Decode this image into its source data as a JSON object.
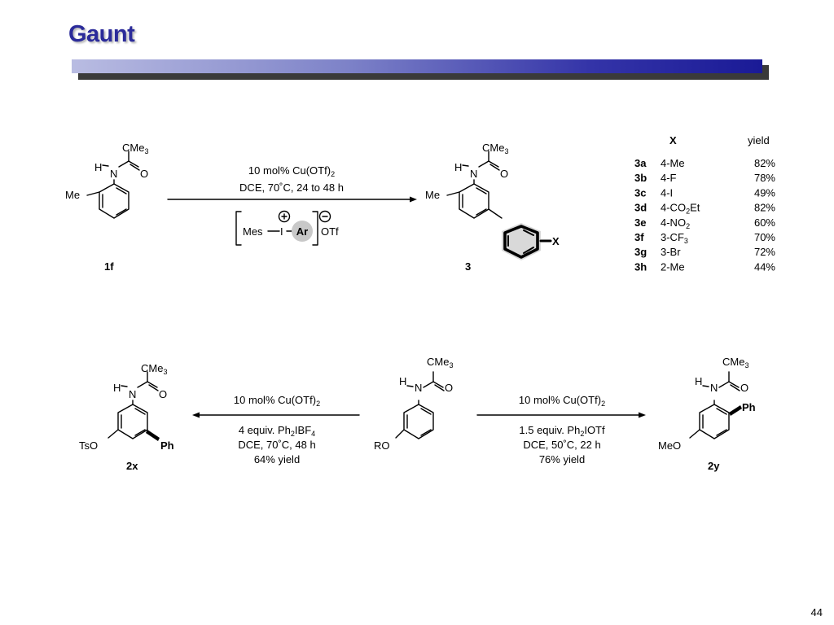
{
  "slide": {
    "title": "Gaunt",
    "page_number": "44"
  },
  "common": {
    "cme3_prefix": "CMe",
    "cme3_sub": "3",
    "h": "H",
    "n": "N",
    "o": "O",
    "catalyst_prefix": "10 mol% Cu(OTf)",
    "catalyst_sub": "2"
  },
  "reaction1": {
    "start_label": "1f",
    "start_substituent": "Me",
    "conditions_line2": "DCE, 70˚C, 24 to 48 h",
    "reagent": {
      "mes": "Mes",
      "iodine": "I",
      "ar": "Ar",
      "otf": "OTf",
      "plus": "+",
      "minus": "−"
    },
    "product_label": "3",
    "product_me": "Me",
    "product_x": "X",
    "table": {
      "header_x": "X",
      "header_yield": "yield",
      "rows": [
        {
          "id": "3a",
          "x_prefix": "4-Me",
          "x_sub": "",
          "x_suffix": "",
          "yield": "82%"
        },
        {
          "id": "3b",
          "x_prefix": "4-F",
          "x_sub": "",
          "x_suffix": "",
          "yield": "78%"
        },
        {
          "id": "3c",
          "x_prefix": "4-I",
          "x_sub": "",
          "x_suffix": "",
          "yield": "49%"
        },
        {
          "id": "3d",
          "x_prefix": "4-CO",
          "x_sub": "2",
          "x_suffix": "Et",
          "yield": "82%"
        },
        {
          "id": "3e",
          "x_prefix": "4-NO",
          "x_sub": "2",
          "x_suffix": "",
          "yield": "60%"
        },
        {
          "id": "3f",
          "x_prefix": "3-CF",
          "x_sub": "3",
          "x_suffix": "",
          "yield": "70%"
        },
        {
          "id": "3g",
          "x_prefix": "3-Br",
          "x_sub": "",
          "x_suffix": "",
          "yield": "72%"
        },
        {
          "id": "3h",
          "x_prefix": "2-Me",
          "x_sub": "",
          "x_suffix": "",
          "yield": "44%"
        }
      ]
    }
  },
  "reaction2": {
    "start_ro": "RO",
    "left": {
      "reagent_prefix": "4 equiv. Ph",
      "reagent_sub1": "2",
      "reagent_mid": "IBF",
      "reagent_sub2": "4",
      "conditions": "DCE, 70˚C, 48 h",
      "yield": "64% yield",
      "product_label": "2x",
      "product_tso": "TsO",
      "product_ph": "Ph"
    },
    "right": {
      "reagent_prefix": "1.5 equiv. Ph",
      "reagent_sub1": "2",
      "reagent_mid": "IOTf",
      "conditions": "DCE, 50˚C, 22 h",
      "yield": "76% yield",
      "product_label": "2y",
      "product_meo": "MeO",
      "product_ph": "Ph"
    }
  }
}
